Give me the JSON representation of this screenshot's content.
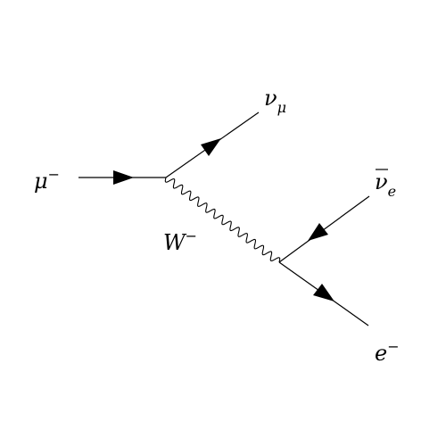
{
  "diagram": {
    "particles": {
      "muon": {
        "symbol": "μ",
        "superscript": "−"
      },
      "muon_neutrino": {
        "symbol": "ν",
        "subscript": "μ"
      },
      "w_boson": {
        "symbol": "W",
        "superscript": "−"
      },
      "electron_antineutrino": {
        "symbol": "ν",
        "subscript": "e",
        "overline": true
      },
      "electron": {
        "symbol": "e",
        "superscript": "−"
      }
    },
    "colors": {
      "ink": "#000000",
      "background": "#ffffff"
    }
  }
}
